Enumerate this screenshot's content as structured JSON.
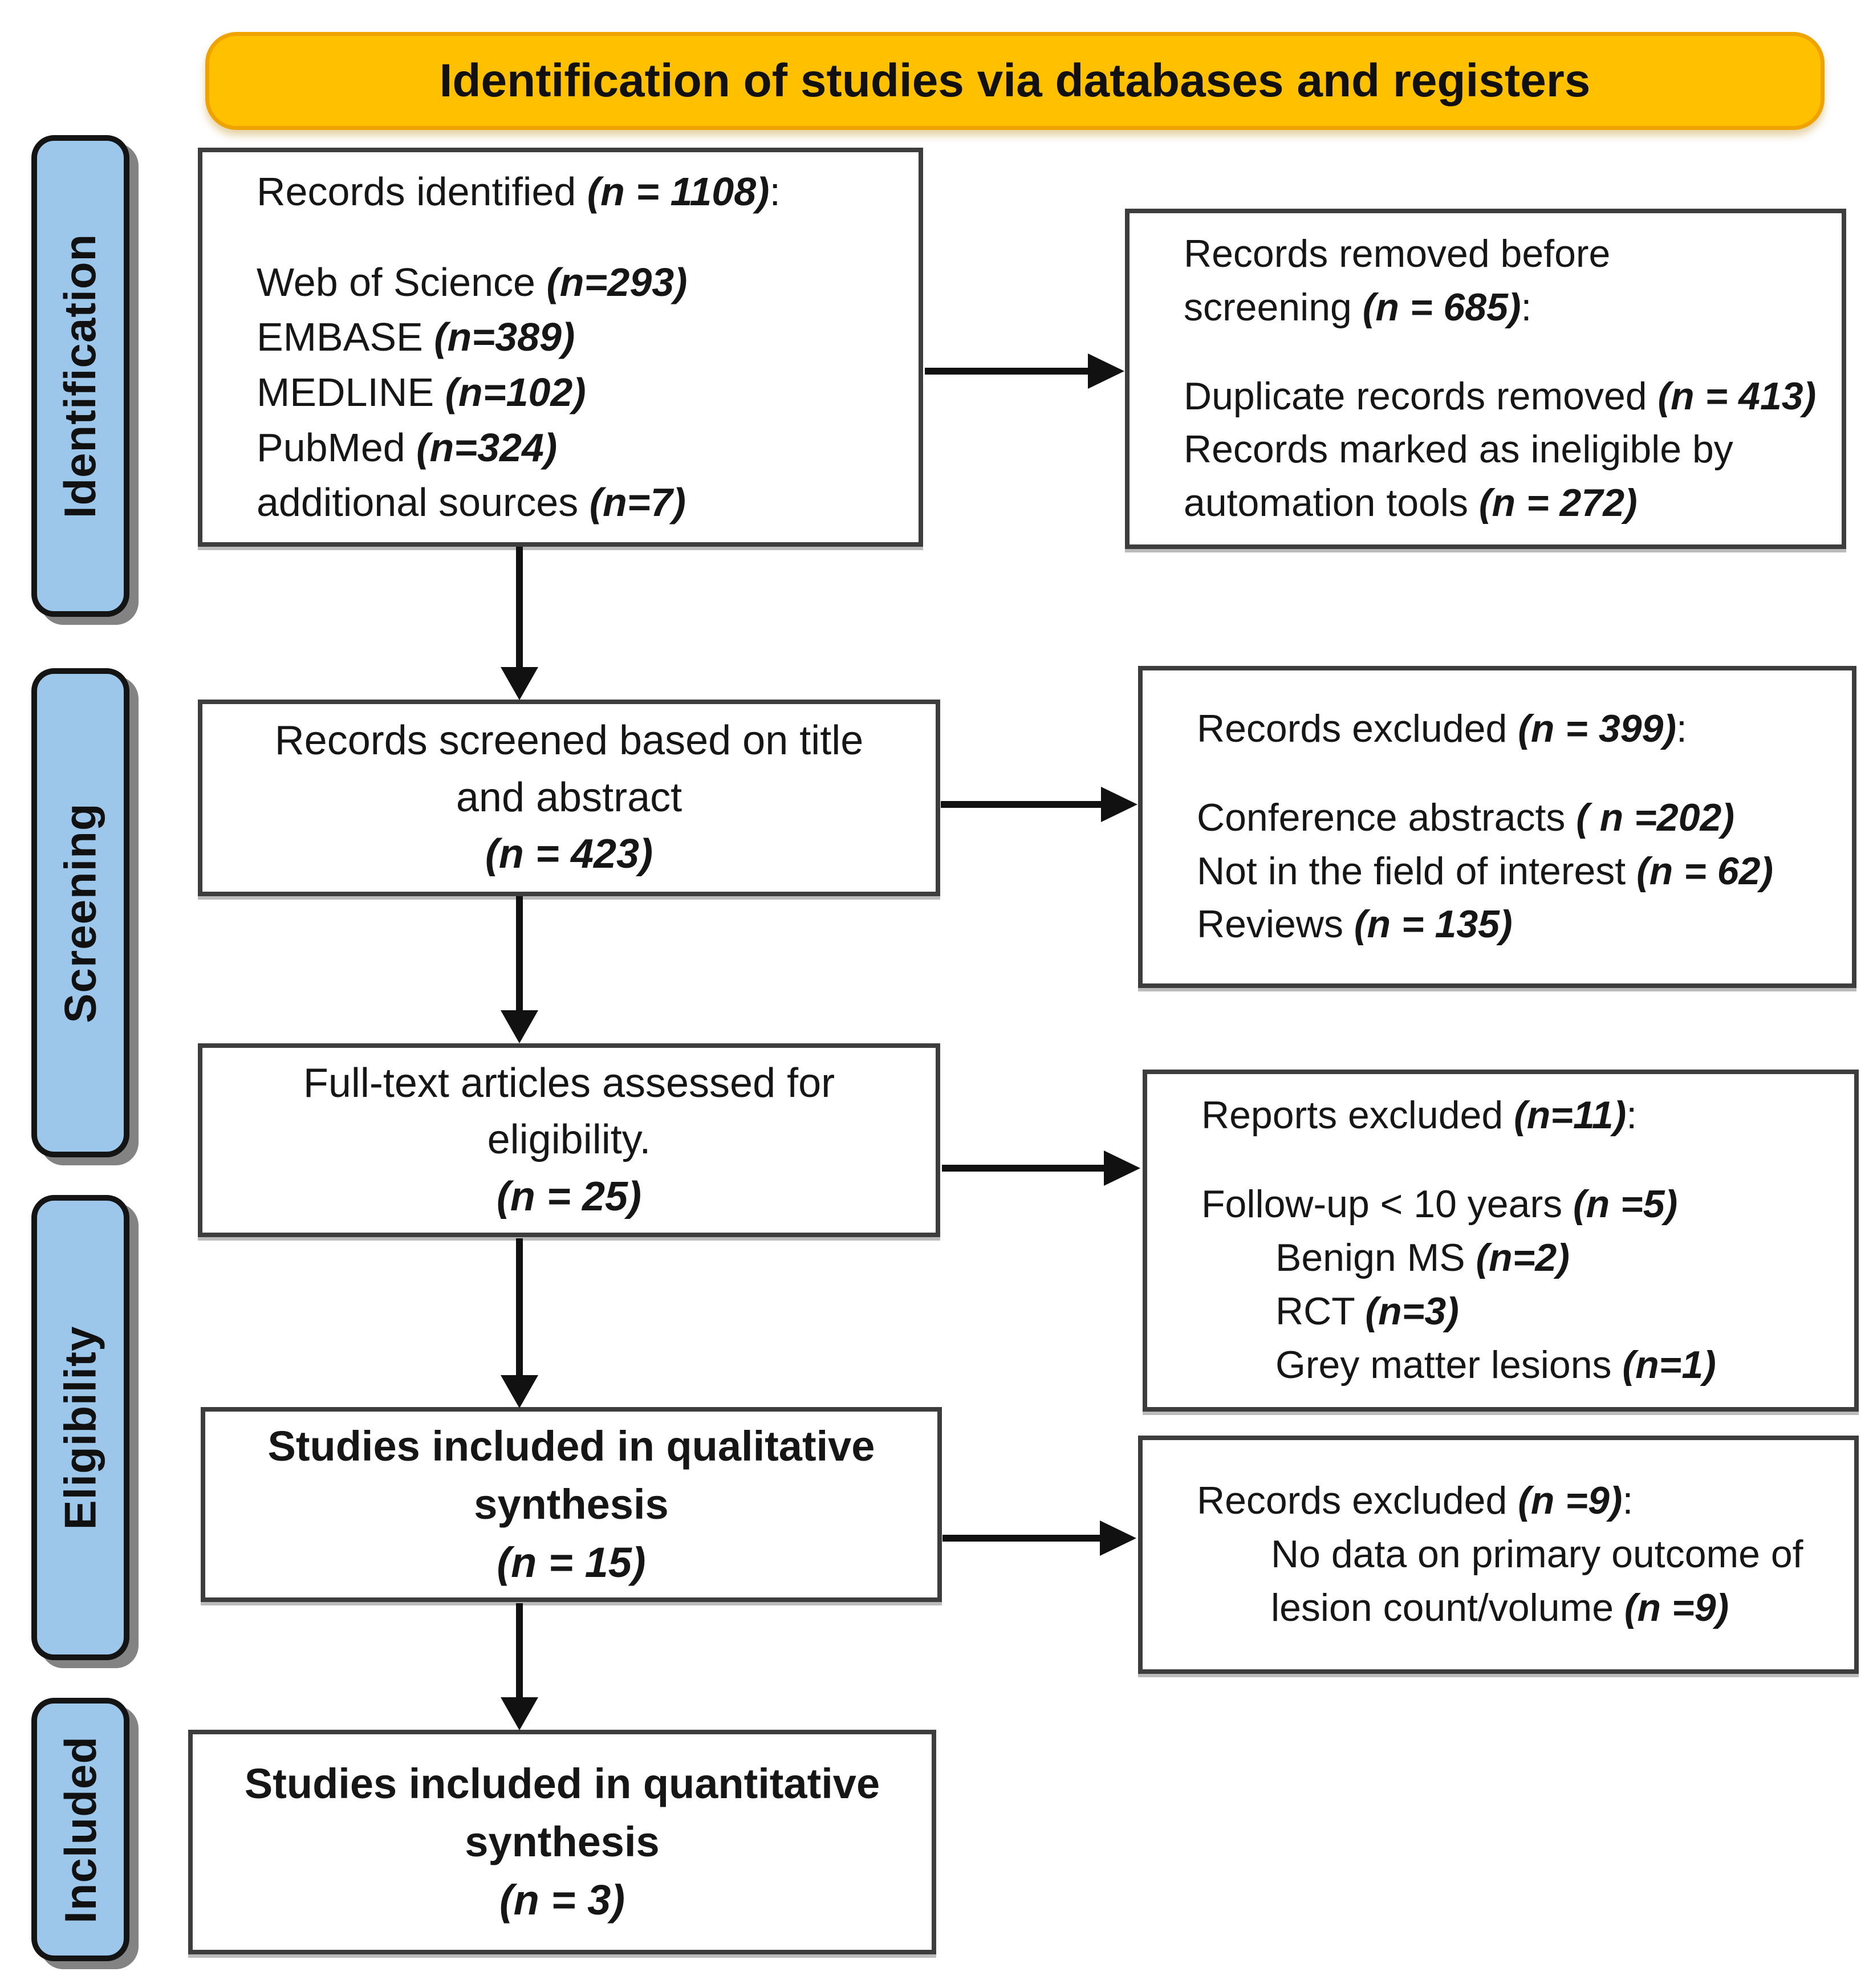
{
  "title": "Identification of studies via databases and registers",
  "colors": {
    "banner_fill": "#FFC000",
    "banner_border": "#EFA300",
    "stage_fill": "#9CC7EA",
    "box_border": "#3D3D3D",
    "arrow": "#111111",
    "text": "#161616"
  },
  "stages": {
    "identification": "Identification",
    "screening": "Screening",
    "eligibility": "Eligibility",
    "included": "Included"
  },
  "boxes": {
    "identified": {
      "lines": [
        {
          "t": "Records identified (n = 1108):"
        },
        {
          "t": ""
        },
        {
          "t": "Web of Science (n=293)"
        },
        {
          "t": "EMBASE (n=389)"
        },
        {
          "t": "MEDLINE (n=102)"
        },
        {
          "t": "PubMed (n=324)"
        },
        {
          "t": "additional sources (n=7)"
        }
      ]
    },
    "removed": {
      "lines": [
        {
          "t": "Records removed before"
        },
        {
          "t": "screening (n = 685):"
        },
        {
          "t": ""
        },
        {
          "t": "Duplicate records removed (n = 413)"
        },
        {
          "t": "Records marked as ineligible by"
        },
        {
          "t": "automation tools (n = 272)"
        }
      ]
    },
    "screened": {
      "lines": [
        {
          "t": "Records screened based on title"
        },
        {
          "t": "and abstract"
        },
        {
          "t": "(n = 423)"
        }
      ]
    },
    "excluded_records": {
      "lines": [
        {
          "t": "Records excluded (n = 399):"
        },
        {
          "t": ""
        },
        {
          "t": "Conference abstracts ( n =202)"
        },
        {
          "t": "Not in the field of interest (n = 62)"
        },
        {
          "t": "Reviews (n = 135)"
        }
      ]
    },
    "fulltext": {
      "lines": [
        {
          "t": "Full-text articles assessed for"
        },
        {
          "t": "eligibility."
        },
        {
          "t": "(n = 25)"
        }
      ]
    },
    "excluded_reports": {
      "lines": [
        {
          "t": "Reports excluded (n=11):"
        },
        {
          "t": ""
        },
        {
          "t": "Follow-up < 10 years (n =5)"
        },
        {
          "t": "Benign MS (n=2)",
          "indent": true
        },
        {
          "t": "RCT (n=3)",
          "indent": true
        },
        {
          "t": "Grey matter lesions (n=1)",
          "indent": true
        }
      ]
    },
    "qualitative": {
      "lines": [
        {
          "t": "Studies included in qualitative"
        },
        {
          "t": "synthesis"
        },
        {
          "t": "(n = 15)"
        }
      ]
    },
    "excluded_primary": {
      "lines": [
        {
          "t": "Records excluded (n =9):"
        },
        {
          "t": "No data on primary outcome of",
          "indent": true
        },
        {
          "t": "lesion count/volume (n =9)",
          "indent": true
        }
      ]
    },
    "quantitative": {
      "lines": [
        {
          "t": "Studies included in quantitative"
        },
        {
          "t": "synthesis"
        },
        {
          "t": "(n = 3)"
        }
      ]
    }
  }
}
